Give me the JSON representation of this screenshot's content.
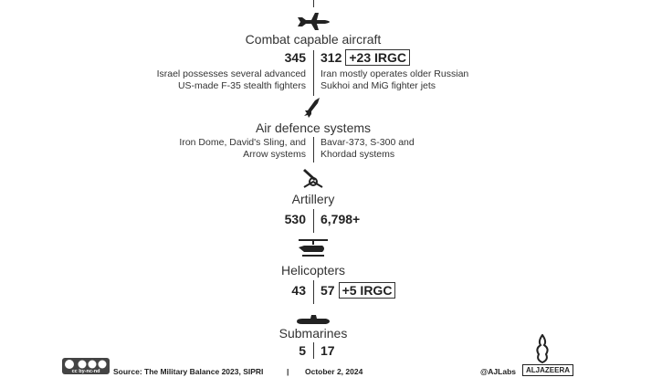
{
  "sections": [
    {
      "title": "Combat capable aircraft",
      "icon": "fighter-jet-icon",
      "israel": "345",
      "iran": "312",
      "iran_badge": "+23 IRGC",
      "israel_desc": [
        "Israel possesses several advanced",
        "US-made F-35 stealth fighters"
      ],
      "iran_desc": [
        "Iran mostly operates older Russian",
        "Sukhoi and MiG fighter jets"
      ]
    },
    {
      "title": "Air defence systems",
      "icon": "missile-icon",
      "israel_desc": [
        "Iron Dome, David's Sling, and",
        "Arrow systems"
      ],
      "iran_desc": [
        "Bavar-373, S-300 and",
        "Khordad systems"
      ]
    },
    {
      "title": "Artillery",
      "icon": "artillery-icon",
      "israel": "530",
      "iran": "6,798+"
    },
    {
      "title": "Helicopters",
      "icon": "helicopter-icon",
      "israel": "43",
      "iran": "57",
      "iran_badge": "+5 IRGC"
    },
    {
      "title": "Submarines",
      "icon": "submarine-icon",
      "israel": "5",
      "iran": "17"
    }
  ],
  "footer": {
    "source": "Source:  The Military Balance 2023, SIPRI",
    "separator": "|",
    "date": "October 2, 2024",
    "handle": "@AJLabs",
    "brand": "ALJAZEERA",
    "license": "cc by-nc-nd"
  }
}
